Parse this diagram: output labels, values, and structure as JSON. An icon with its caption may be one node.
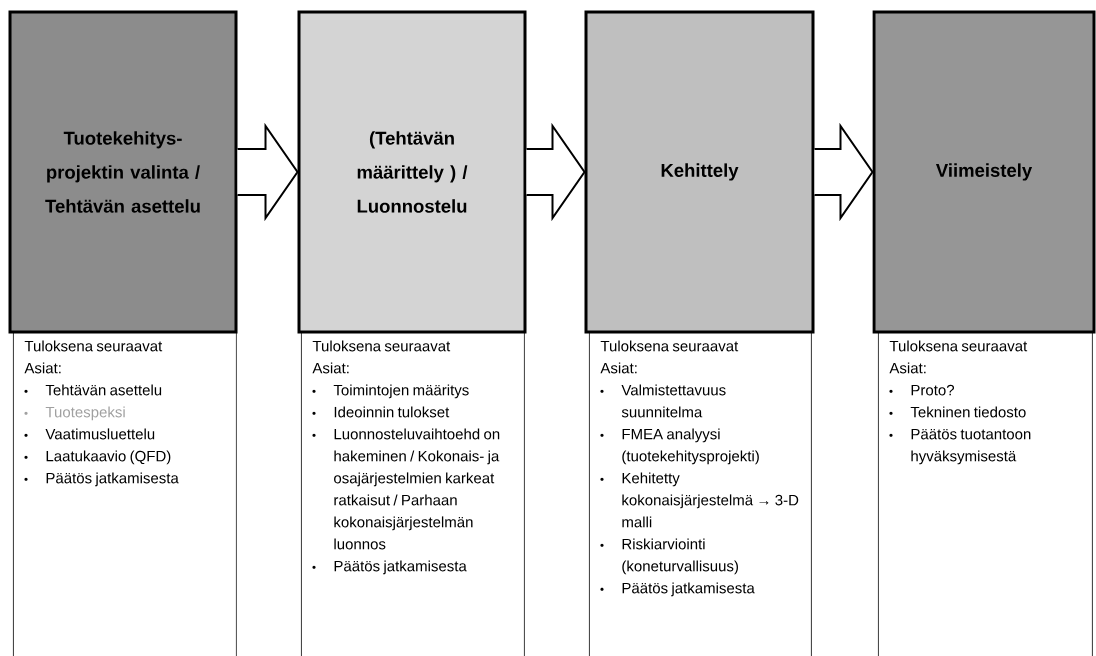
{
  "diagram": {
    "nodes": [
      {
        "text": [
          "Tuotekehitys- projektin valinta / Tehtävän asettelu"
        ]
      },
      {
        "text": [
          "(Tehtävän määrittely ) / Luonnostelu"
        ]
      },
      {
        "text": [
          "Kehittely"
        ]
      },
      {
        "text": [
          "Viimeistely"
        ]
      },
      {
        "text": [
          "Tuloksena seuraavat Asiat:",
          "Tehtävän asettelu",
          "Tuotespeksi",
          "Vaatimusluettelu",
          "Laatukaavio (QFD)",
          "Päätös jatkamisesta"
        ]
      },
      {
        "text": [
          "Tuloksena seuraavat Asiat:",
          "Toimintojen määritys",
          "Ideoinnin tulokset",
          "Luonnosteluvaihtoehd on hakeminen / Kokonais- ja osajärjestelmien karkeat ratkaisut / Parhaan kokonaisjärjestelmän luonnos",
          "Päätös jatkamisesta"
        ]
      },
      {
        "text": [
          "Tuloksena seuraavat Asiat:",
          "Valmistettavuus suunnitelma",
          "FMEA analyysi (tuotekehitysprojekti)",
          "Kehitetty kokonaisjärjestelmä → 3-D malli",
          "Riskiarviointi (koneturvallisuus)",
          "Päätös jatkamisesta"
        ]
      },
      {
        "text": [
          "Tuloksena seuraavat Asiat:",
          "Proto?",
          "Tekninen tiedosto",
          "Päätös tuotantoon hyväksymisestä"
        ]
      }
    ],
    "edges": [
      {
        "from": 0,
        "to": 1,
        "arrow": "to"
      },
      {
        "from": 1,
        "to": 2,
        "arrow": "to"
      },
      {
        "from": 2,
        "to": 3,
        "arrow": "to"
      }
    ]
  }
}
